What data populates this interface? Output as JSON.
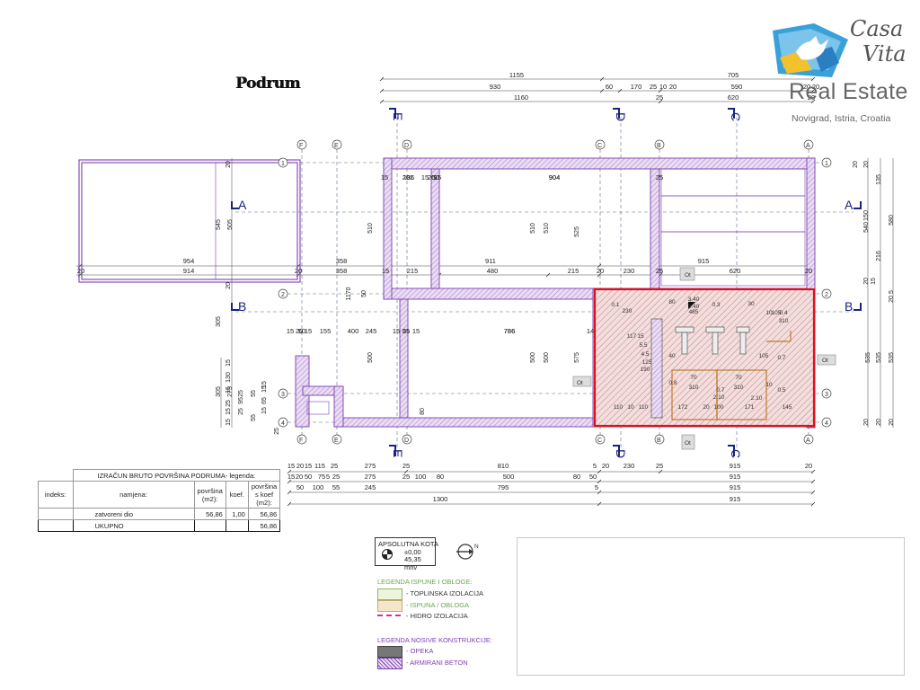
{
  "title": "Podrum",
  "logo": {
    "script_line1": "Casa",
    "script_line2": "Vita",
    "name": "Real Estate",
    "location": "Novigrad, Istria, Croatia"
  },
  "sections": {
    "A": "A",
    "B": "B",
    "C": "C",
    "D": "D",
    "E": "E"
  },
  "axes": {
    "rows": [
      "1",
      "2",
      "3",
      "4"
    ],
    "cols": [
      "F",
      "E",
      "D",
      "C",
      "B",
      "A"
    ]
  },
  "top_dims": {
    "row1": [
      "1155",
      "705"
    ],
    "row2": [
      "930",
      "60",
      "170",
      "25",
      "10",
      "20",
      "590",
      "20",
      "20"
    ],
    "row3": [
      "1160",
      "25",
      "620",
      "20"
    ]
  },
  "mid_dims": {
    "row954": [
      "954",
      "358",
      "911",
      "915"
    ],
    "row914": [
      "20",
      "914",
      "20",
      "358",
      "15",
      "215",
      "480",
      "215",
      "20",
      "230",
      "25",
      "620",
      "20"
    ],
    "row_inner_top": [
      "15",
      "186",
      "15",
      "20",
      "15",
      "201",
      "50",
      "904",
      "904",
      "25"
    ],
    "row_inner_mid": [
      "50",
      "155",
      "245",
      "55",
      "786",
      "15",
      "20",
      "15",
      "400",
      "15",
      "25",
      "15",
      "786",
      "14"
    ]
  },
  "bottom_dims": {
    "row1": [
      "15",
      "20",
      "15",
      "115",
      "25",
      "275",
      "25",
      "810",
      "5",
      "20",
      "230",
      "25",
      "915",
      "20"
    ],
    "row2": [
      "15",
      "20",
      "50",
      "75",
      "5",
      "25",
      "275",
      "25",
      "100",
      "80",
      "500",
      "80",
      "50",
      "915"
    ],
    "row3": [
      "50",
      "100",
      "55",
      "245",
      "795",
      "5",
      "915"
    ],
    "row4": [
      "1300",
      "915"
    ]
  },
  "left_dims": [
    "20",
    "545",
    "505",
    "20",
    "305",
    "305",
    "15",
    "130",
    "15",
    "275",
    "25",
    "15",
    "15",
    "25",
    "95",
    "25",
    "55",
    "55",
    "15",
    "15",
    "65",
    "15",
    "25"
  ],
  "right_dims": [
    "20",
    "20",
    "135",
    "150",
    "580",
    "540",
    "216",
    "20",
    "15",
    "5",
    "20",
    "535",
    "535",
    "535",
    "20",
    "20",
    "20"
  ],
  "vert_inner_dims": [
    "510",
    "510",
    "510",
    "525",
    "500",
    "500",
    "500",
    "575",
    "1170",
    "50",
    "80"
  ],
  "room_dims": [
    "0.1",
    "230",
    "80",
    "3.40",
    "3.40",
    "485",
    "0.3",
    "30",
    "10",
    "105",
    "0.4",
    "310",
    "0.7",
    "117",
    "15",
    "5.5",
    "4.5",
    "125",
    "190",
    "40",
    "0.8",
    "70",
    "310",
    "70",
    "310",
    "105",
    "0.7",
    "2.10",
    "0.5",
    "110",
    "10",
    "110",
    "172",
    "100",
    "20",
    "171",
    "145",
    "10",
    "2.10"
  ],
  "markers": {
    "ot1": "Ot",
    "ot2": "Ot",
    "ot3": "Ot",
    "ot4": "Ot"
  },
  "area_table": {
    "caption": "IZRAČUN BRUTO POVRŠINA PODRUMA- legenda:",
    "headers": {
      "index": "indeks:",
      "name": "namjena:",
      "area": "površina (m2):",
      "coef": "koef.",
      "area_coef": "površina s koef (m2):"
    },
    "rows": [
      {
        "index": "",
        "name": "zatvoreni dio",
        "area": "56,86",
        "coef": "1,00",
        "area_coef": "56,86"
      }
    ],
    "total": {
      "index": "",
      "name": "UKUPNO",
      "area": "",
      "coef": "",
      "area_coef": "56,86"
    }
  },
  "kota": {
    "label": "APSOLUTNA KOTA",
    "value": "±0,00",
    "mnv": "45,35 mnv"
  },
  "north": "N",
  "legend_fill": {
    "title": "LEGENDA ISPUNE I OBLOGE:",
    "items": [
      "- TOPLINSKA IZOLACIJA",
      "- ISPUNA / OBLOGA",
      "- HIDRO IZOLACIJA"
    ]
  },
  "legend_struct": {
    "title": "LEGENDA NOSIVE KONSTRUKCIJE:",
    "items": [
      "- OPEKA",
      "- ARMIRANI BETON"
    ]
  },
  "colors": {
    "wall": "#7b3fb0",
    "highlight": "#e0101a",
    "section_blue": "#1a237e",
    "legend_green": "#6aa84f",
    "legend_purple": "#7b3fb0",
    "hatch": "#c98a8a"
  }
}
